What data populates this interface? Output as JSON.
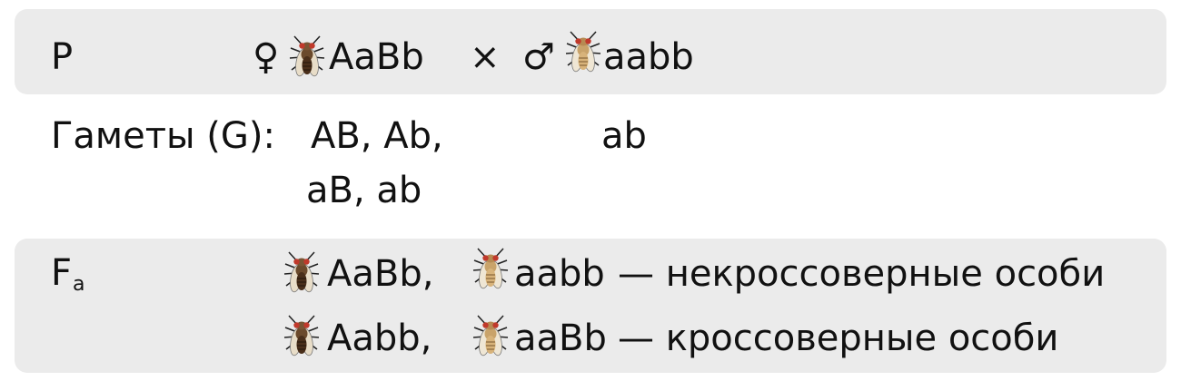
{
  "parents": {
    "label": "P",
    "female_symbol": "♀",
    "female_genotype": "AaBb",
    "cross_symbol": "×",
    "male_symbol": "♂",
    "male_genotype": "aabb"
  },
  "gametes": {
    "label": "Гаметы (G):",
    "female_line1": "AB, Ab,",
    "female_line2": "aB, ab",
    "male": "ab"
  },
  "offspring": {
    "label": "F",
    "label_sub": "a",
    "row1": {
      "g1": "AaBb,",
      "g2": "aabb",
      "desc": "— некроссоверные особи"
    },
    "row2": {
      "g1": "Aabb,",
      "g2": "aaBb",
      "desc": "— кроссоверные особи"
    }
  },
  "icons": {
    "fly_dark": "fruit-fly-red-eye-dark-body",
    "fly_pale": "fruit-fly-pale-body"
  },
  "colors": {
    "band": "#ebebeb",
    "text": "#111111",
    "fly_eye": "#c0392b",
    "fly_dark_body": "#5a3a22",
    "fly_pale_body": "#c9a36a"
  }
}
